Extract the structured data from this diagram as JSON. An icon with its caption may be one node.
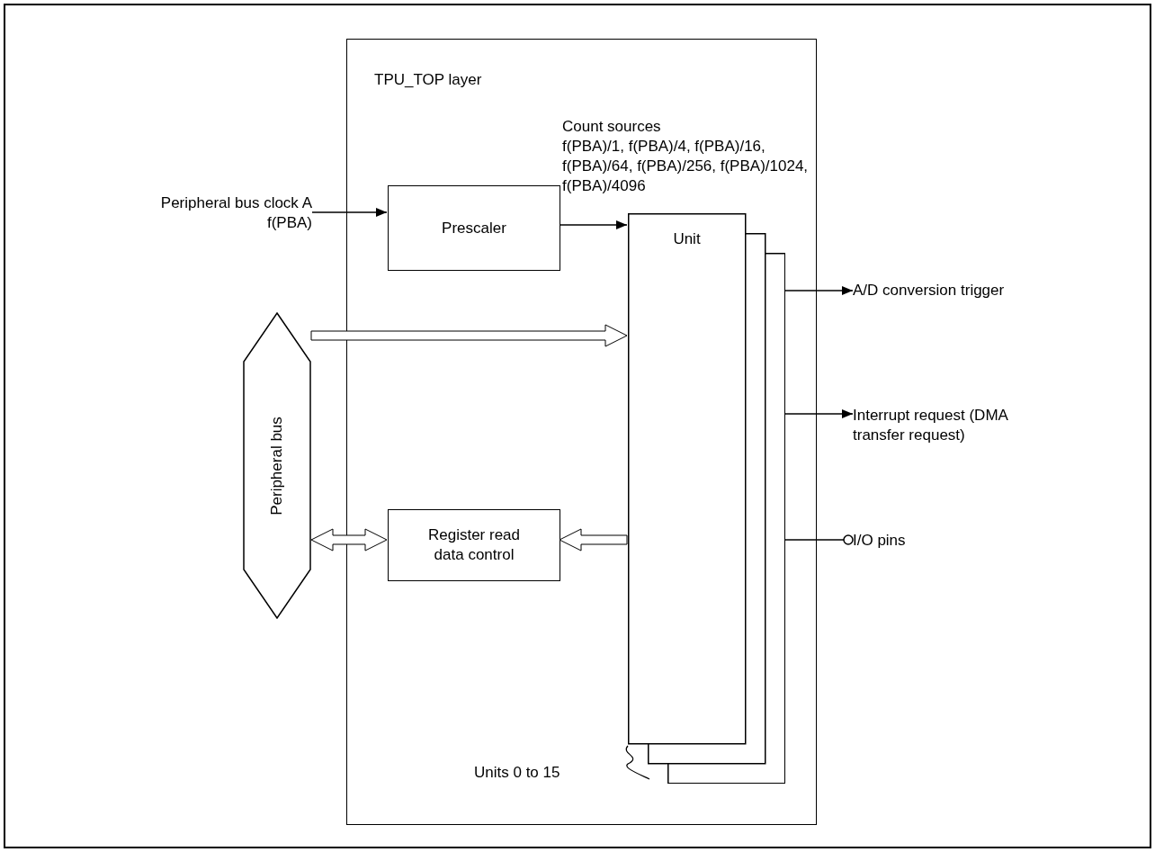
{
  "diagram": {
    "nodes": [
      {
        "text": [
          "TPU_TOP layer"
        ]
      },
      {
        "text": [
          "Peripheral bus clock A f(PBA)"
        ]
      },
      {
        "text": [
          "Prescaler"
        ],
        "in": 0
      },
      {
        "text": [
          "Unit"
        ],
        "in": 0
      },
      {
        "text": [
          "Peripheral bus"
        ]
      },
      {
        "text": [
          "Register read data control"
        ],
        "in": 0
      },
      {
        "text": [
          "A/D conversion trigger"
        ]
      },
      {
        "text": [
          "Interrupt request (DMA transfer request)"
        ]
      },
      {
        "text": [
          "I/O pins"
        ]
      }
    ],
    "edges": [
      {
        "from": 1,
        "to": 2,
        "arrow": "to"
      },
      {
        "from": 2,
        "to": 3,
        "arrow": "to"
      },
      {
        "from": 4,
        "to": 3,
        "arrow": "to",
        "style": "thick"
      },
      {
        "from": 4,
        "to": 5,
        "arrow": "both",
        "style": "thick"
      },
      {
        "from": 3,
        "to": 5,
        "arrow": "to",
        "style": "thick"
      },
      {
        "from": 3,
        "to": 6,
        "arrow": "to"
      },
      {
        "from": 3,
        "to": 7,
        "arrow": "to"
      },
      {
        "from": 3,
        "to": 8,
        "arrow": "other"
      }
    ],
    "labels": [
      "Count sources",
      "f(PBA)/1, f(PBA)/4, f(PBA)/16, f(PBA)/64, f(PBA)/256, f(PBA)/1024, f(PBA)/4096",
      "Units 0 to 15"
    ]
  }
}
